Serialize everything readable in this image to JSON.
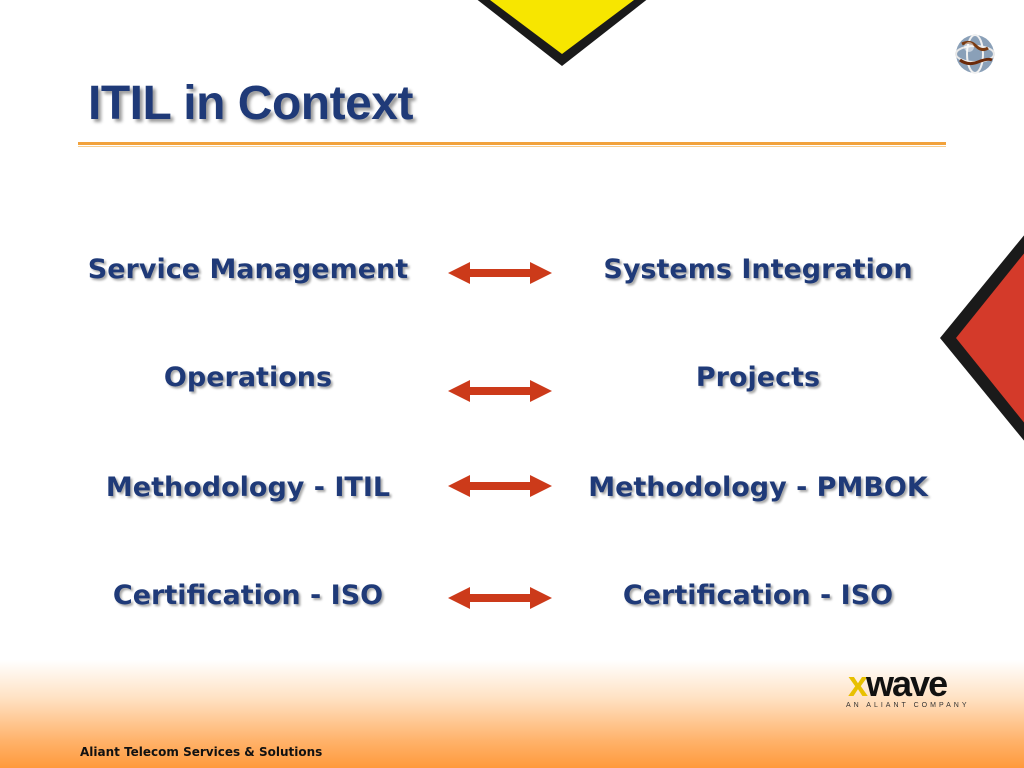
{
  "slide": {
    "title": "ITIL in Context",
    "footer": "Aliant Telecom Services & Solutions"
  },
  "rows": [
    {
      "left": "Service Management",
      "right": "Systems Integration"
    },
    {
      "left": "Operations",
      "right": "Projects"
    },
    {
      "left": "Methodology - ITIL",
      "right": "Methodology - PMBOK"
    },
    {
      "left": "Certification - ISO",
      "right": "Certification - ISO"
    }
  ],
  "logo": {
    "word_x": "x",
    "word_rest": "wave",
    "tagline": "AN ALIANT COMPANY"
  },
  "colors": {
    "title": "#1f3a78",
    "text": "#1f3a78",
    "arrow": "#cc3a1a",
    "rule": "#f2a23c",
    "diamond_yellow": "#f7e600",
    "diamond_red": "#d43a2a"
  },
  "icons": [
    "double-arrow-icon",
    "globe-icon",
    "yellow-diamond-decoration",
    "red-diamond-decoration"
  ]
}
